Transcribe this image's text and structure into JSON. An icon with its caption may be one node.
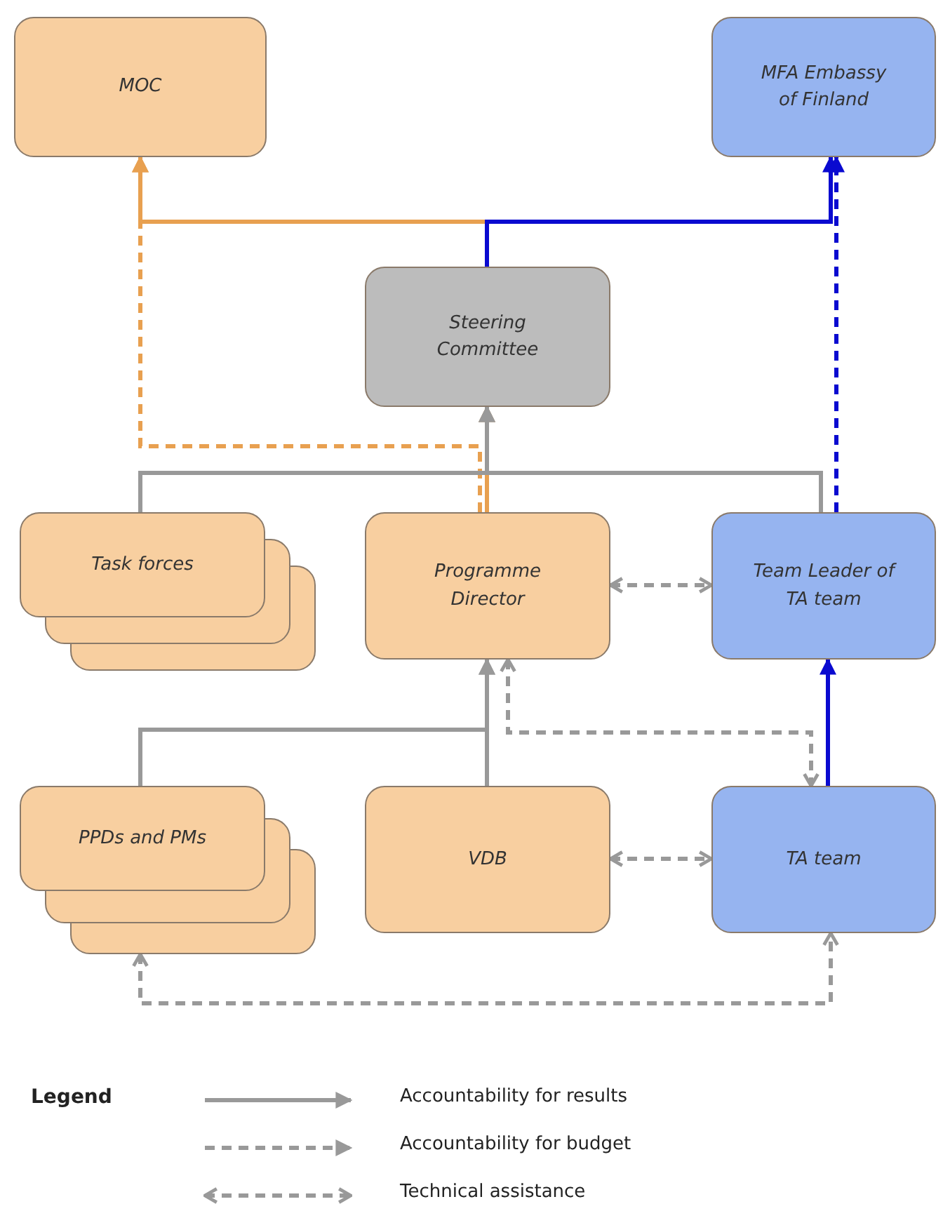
{
  "diagram": {
    "nodes": [
      {
        "text": [
          "MOC"
        ]
      },
      {
        "text": [
          "MFA Embassy of Finland"
        ]
      },
      {
        "text": [
          "Steering Committee"
        ]
      },
      {
        "text": [
          "Task forces"
        ]
      },
      {
        "text": [
          "Programme Director"
        ]
      },
      {
        "text": [
          "Team Leader of TA team"
        ]
      },
      {
        "text": [
          "PPDs and PMs"
        ]
      },
      {
        "text": [
          "VDB"
        ]
      },
      {
        "text": [
          "TA team"
        ]
      }
    ],
    "edges": [
      {
        "from": 2,
        "to": 0,
        "arrow": "to",
        "color": "#e8a050"
      },
      {
        "from": 2,
        "to": 1,
        "arrow": "to",
        "color": "#0a0ad0"
      },
      {
        "from": 4,
        "to": 2,
        "arrow": "to",
        "color": "#e8a050"
      },
      {
        "from": 4,
        "to": 0,
        "arrow": "to",
        "style": "dashed",
        "color": "#e8a050"
      },
      {
        "from": 3,
        "to": 2,
        "arrow": "to"
      },
      {
        "from": 5,
        "to": 2,
        "arrow": "to"
      },
      {
        "from": 5,
        "to": 1,
        "arrow": "to",
        "style": "dashed",
        "color": "#0a0ad0"
      },
      {
        "from": 4,
        "to": 5,
        "arrow": "both",
        "style": "dashed"
      },
      {
        "from": 6,
        "to": 4,
        "arrow": "to"
      },
      {
        "from": 7,
        "to": 4,
        "arrow": "to"
      },
      {
        "from": 8,
        "to": 5,
        "arrow": "to",
        "color": "#0a0ad0"
      },
      {
        "from": 4,
        "to": 8,
        "arrow": "both",
        "style": "dashed"
      },
      {
        "from": 7,
        "to": 8,
        "arrow": "both",
        "style": "dashed"
      },
      {
        "from": 6,
        "to": 8,
        "arrow": "both",
        "style": "dashed"
      }
    ],
    "labels": [
      "Legend"
    ],
    "legend": [
      {
        "text": "Accountability for results"
      },
      {
        "text": "Accountability for budget"
      },
      {
        "text": "Technical assistance"
      }
    ]
  }
}
